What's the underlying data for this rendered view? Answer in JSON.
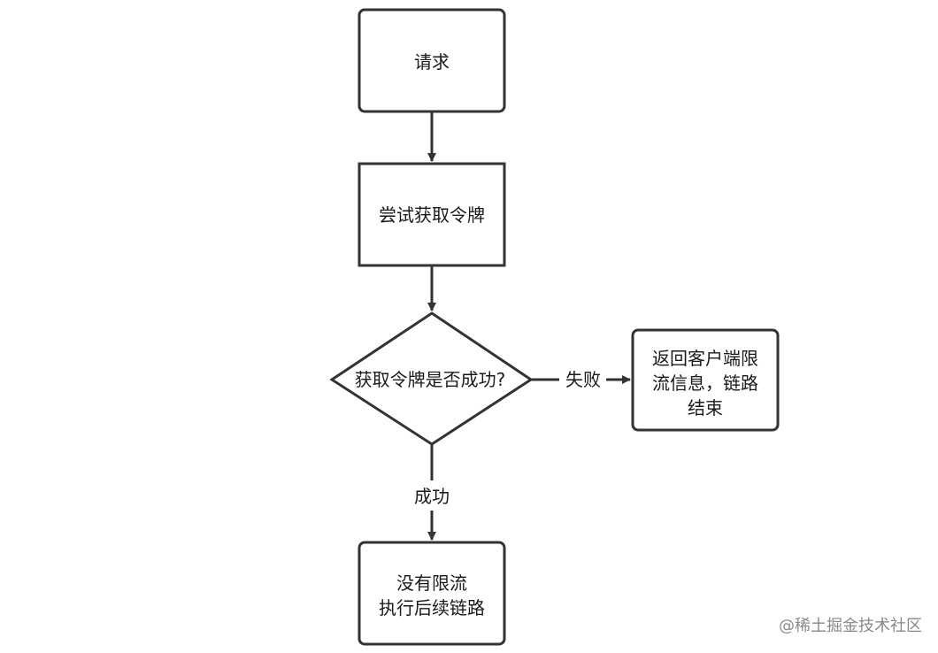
{
  "diagram": {
    "nodes": {
      "request": {
        "lines": [
          "请求"
        ]
      },
      "try_token": {
        "lines": [
          "尝试获取令牌"
        ]
      },
      "decision": {
        "lines": [
          "获取令牌是否成功?"
        ]
      },
      "fail_box": {
        "lines": [
          "返回客户端限",
          "流信息，链路",
          "结束"
        ]
      },
      "success_box": {
        "lines": [
          "没有限流",
          "执行后续链路"
        ]
      }
    },
    "edges": {
      "fail_label": "失败",
      "success_label": "成功"
    }
  },
  "watermark": "@稀土掘金技术社区",
  "colors": {
    "stroke": "#333333",
    "text": "#1a1a1a",
    "watermark": "#8a8a8a",
    "background": "#ffffff"
  }
}
